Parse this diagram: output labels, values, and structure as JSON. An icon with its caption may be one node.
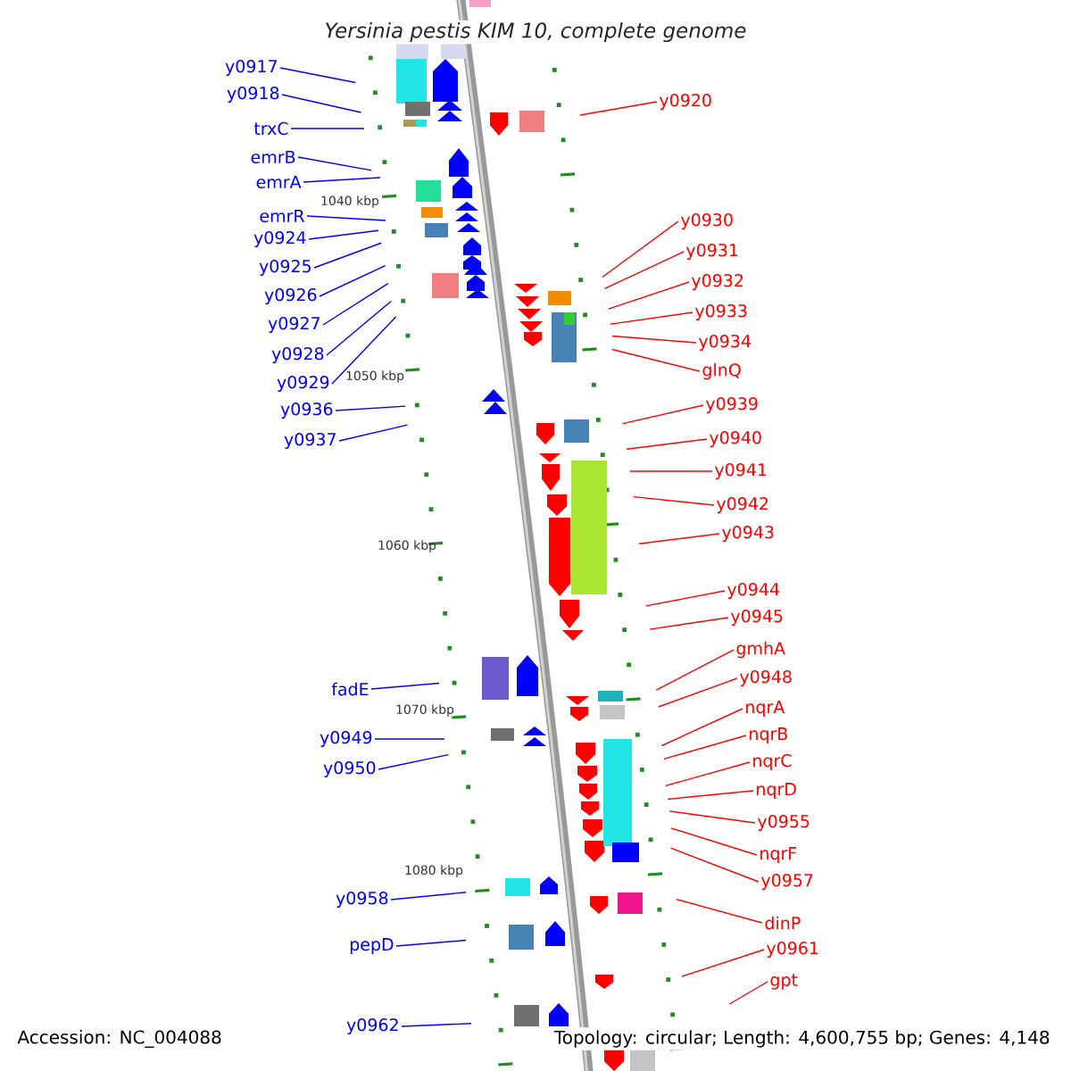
{
  "diagram": {
    "title": "Yersinia pestis KIM 10, complete genome",
    "nodes": [
      {
        "text": [
          "y0917"
        ]
      },
      {
        "text": [
          "y0918"
        ]
      },
      {
        "text": [
          "trxC"
        ]
      },
      {
        "text": [
          "emrB"
        ]
      },
      {
        "text": [
          "emrA"
        ]
      },
      {
        "text": [
          "emrR"
        ]
      },
      {
        "text": [
          "y0924"
        ]
      },
      {
        "text": [
          "y0925"
        ]
      },
      {
        "text": [
          "y0926"
        ]
      },
      {
        "text": [
          "y0927"
        ]
      },
      {
        "text": [
          "y0928"
        ]
      },
      {
        "text": [
          "y0929"
        ]
      },
      {
        "text": [
          "y0936"
        ]
      },
      {
        "text": [
          "y0937"
        ]
      },
      {
        "text": [
          "fadE"
        ]
      },
      {
        "text": [
          "y0949"
        ]
      },
      {
        "text": [
          "y0950"
        ]
      },
      {
        "text": [
          "y0958"
        ]
      },
      {
        "text": [
          "pepD"
        ]
      },
      {
        "text": [
          "y0962"
        ]
      },
      {
        "text": [
          "y0920"
        ]
      },
      {
        "text": [
          "y0930"
        ]
      },
      {
        "text": [
          "y0931"
        ]
      },
      {
        "text": [
          "y0932"
        ]
      },
      {
        "text": [
          "y0933"
        ]
      },
      {
        "text": [
          "y0934"
        ]
      },
      {
        "text": [
          "glnQ"
        ]
      },
      {
        "text": [
          "y0939"
        ]
      },
      {
        "text": [
          "y0940"
        ]
      },
      {
        "text": [
          "y0941"
        ]
      },
      {
        "text": [
          "y0942"
        ]
      },
      {
        "text": [
          "y0943"
        ]
      },
      {
        "text": [
          "y0944"
        ]
      },
      {
        "text": [
          "y0945"
        ]
      },
      {
        "text": [
          "gmhA"
        ]
      },
      {
        "text": [
          "y0948"
        ]
      },
      {
        "text": [
          "nqrA"
        ]
      },
      {
        "text": [
          "nqrB"
        ]
      },
      {
        "text": [
          "nqrC"
        ]
      },
      {
        "text": [
          "nqrD"
        ]
      },
      {
        "text": [
          "y0955"
        ]
      },
      {
        "text": [
          "nqrF"
        ]
      },
      {
        "text": [
          "y0957"
        ]
      },
      {
        "text": [
          "dinP"
        ]
      },
      {
        "text": [
          "y0961"
        ]
      },
      {
        "text": [
          "gpt"
        ]
      }
    ],
    "edges": [
      {
        "from": 0,
        "to": null,
        "arrow": "none",
        "color": "#0000ff"
      },
      {
        "from": 1,
        "to": null,
        "arrow": "none",
        "color": "#0000ff"
      },
      {
        "from": 2,
        "to": null,
        "arrow": "none",
        "color": "#0000ff"
      },
      {
        "from": 3,
        "to": null,
        "arrow": "none",
        "color": "#0000ff"
      },
      {
        "from": 4,
        "to": null,
        "arrow": "none",
        "color": "#0000ff"
      },
      {
        "from": 5,
        "to": null,
        "arrow": "none",
        "color": "#0000ff"
      },
      {
        "from": 6,
        "to": null,
        "arrow": "none",
        "color": "#0000ff"
      },
      {
        "from": 7,
        "to": null,
        "arrow": "none",
        "color": "#0000ff"
      },
      {
        "from": 8,
        "to": null,
        "arrow": "none",
        "color": "#0000ff"
      },
      {
        "from": 9,
        "to": null,
        "arrow": "none",
        "color": "#0000ff"
      },
      {
        "from": 10,
        "to": null,
        "arrow": "none",
        "color": "#0000ff"
      },
      {
        "from": 11,
        "to": null,
        "arrow": "none",
        "color": "#0000ff"
      },
      {
        "from": 12,
        "to": null,
        "arrow": "none",
        "color": "#0000ff"
      },
      {
        "from": 13,
        "to": null,
        "arrow": "none",
        "color": "#0000ff"
      },
      {
        "from": 14,
        "to": null,
        "arrow": "none",
        "color": "#0000ff"
      },
      {
        "from": 15,
        "to": null,
        "arrow": "none",
        "color": "#0000ff"
      },
      {
        "from": 16,
        "to": null,
        "arrow": "none",
        "color": "#0000ff"
      },
      {
        "from": 17,
        "to": null,
        "arrow": "none",
        "color": "#0000ff"
      },
      {
        "from": 18,
        "to": null,
        "arrow": "none",
        "color": "#0000ff"
      },
      {
        "from": 19,
        "to": null,
        "arrow": "none",
        "color": "#0000ff"
      },
      {
        "from": 20,
        "to": null,
        "arrow": "none"
      },
      {
        "from": 21,
        "to": null,
        "arrow": "none"
      },
      {
        "from": 22,
        "to": null,
        "arrow": "none"
      },
      {
        "from": 23,
        "to": null,
        "arrow": "none"
      },
      {
        "from": 24,
        "to": null,
        "arrow": "none"
      },
      {
        "from": 25,
        "to": null,
        "arrow": "none"
      },
      {
        "from": 26,
        "to": null,
        "arrow": "none"
      },
      {
        "from": 27,
        "to": null,
        "arrow": "none"
      },
      {
        "from": 28,
        "to": null,
        "arrow": "none"
      },
      {
        "from": 29,
        "to": null,
        "arrow": "none"
      },
      {
        "from": 30,
        "to": null,
        "arrow": "none"
      },
      {
        "from": 31,
        "to": null,
        "arrow": "none"
      },
      {
        "from": 32,
        "to": null,
        "arrow": "none"
      },
      {
        "from": 33,
        "to": null,
        "arrow": "none"
      },
      {
        "from": 34,
        "to": null,
        "arrow": "none"
      },
      {
        "from": 35,
        "to": null,
        "arrow": "none"
      },
      {
        "from": 36,
        "to": null,
        "arrow": "none"
      },
      {
        "from": 37,
        "to": null,
        "arrow": "none"
      },
      {
        "from": 38,
        "to": null,
        "arrow": "none"
      },
      {
        "from": 39,
        "to": null,
        "arrow": "none"
      },
      {
        "from": 40,
        "to": null,
        "arrow": "none"
      },
      {
        "from": 41,
        "to": null,
        "arrow": "none"
      },
      {
        "from": 42,
        "to": null,
        "arrow": "none"
      },
      {
        "from": 43,
        "to": null,
        "arrow": "none"
      },
      {
        "from": 44,
        "to": null,
        "arrow": "none"
      },
      {
        "from": 45,
        "to": null,
        "arrow": "none"
      }
    ],
    "labels": [
      "1040 kbp",
      "1050 kbp",
      "1060 kbp",
      "1070 kbp",
      "1080 kbp",
      "Accession: NC_004088",
      "Topology: circular; Length: 4,600,755 bp; Genes: 4,148"
    ]
  }
}
